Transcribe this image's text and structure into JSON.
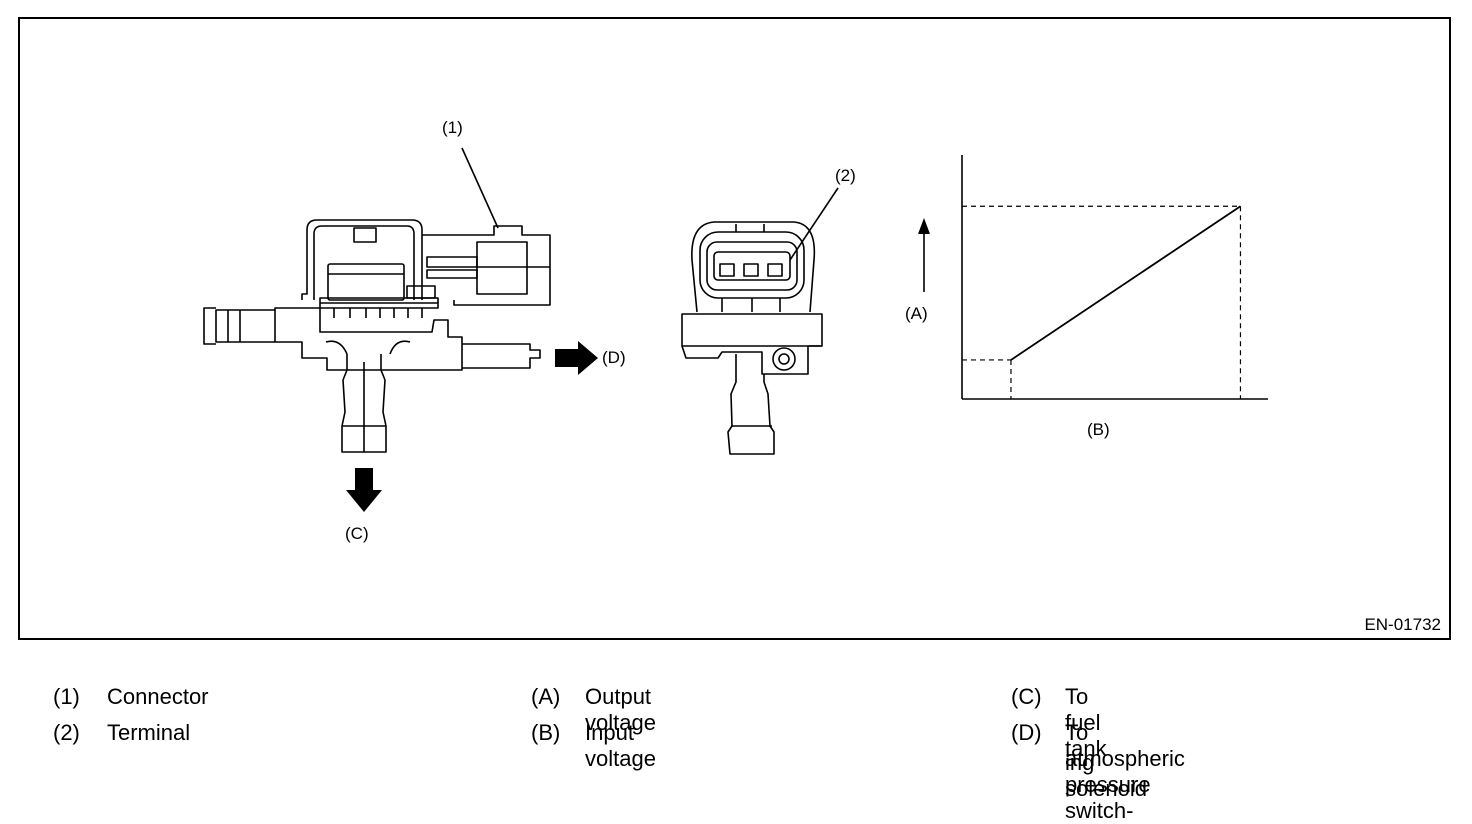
{
  "figure": {
    "id": "EN-01732",
    "callouts": {
      "c1": "(1)",
      "c2": "(2)",
      "cA": "(A)",
      "cB": "(B)",
      "cC": "(C)",
      "cD": "(D)"
    }
  },
  "legend": [
    {
      "key": "(1)",
      "text": "Connector"
    },
    {
      "key": "(2)",
      "text": "Terminal"
    },
    {
      "key": "(A)",
      "text": "Output voltage"
    },
    {
      "key": "(B)",
      "text": "Input voltage"
    },
    {
      "key": "(C)",
      "text": "To fuel tank"
    },
    {
      "key": "(D)",
      "text": "To atmospheric pressure switch-",
      "text2": "ing solenoid"
    }
  ],
  "chart_data": {
    "type": "line",
    "xlabel": "(B)",
    "ylabel": "(A)",
    "series": [
      {
        "values": [
          {
            "x": 0.16,
            "y": 0.16
          },
          {
            "x": 0.91,
            "y": 0.79
          }
        ]
      }
    ]
  }
}
